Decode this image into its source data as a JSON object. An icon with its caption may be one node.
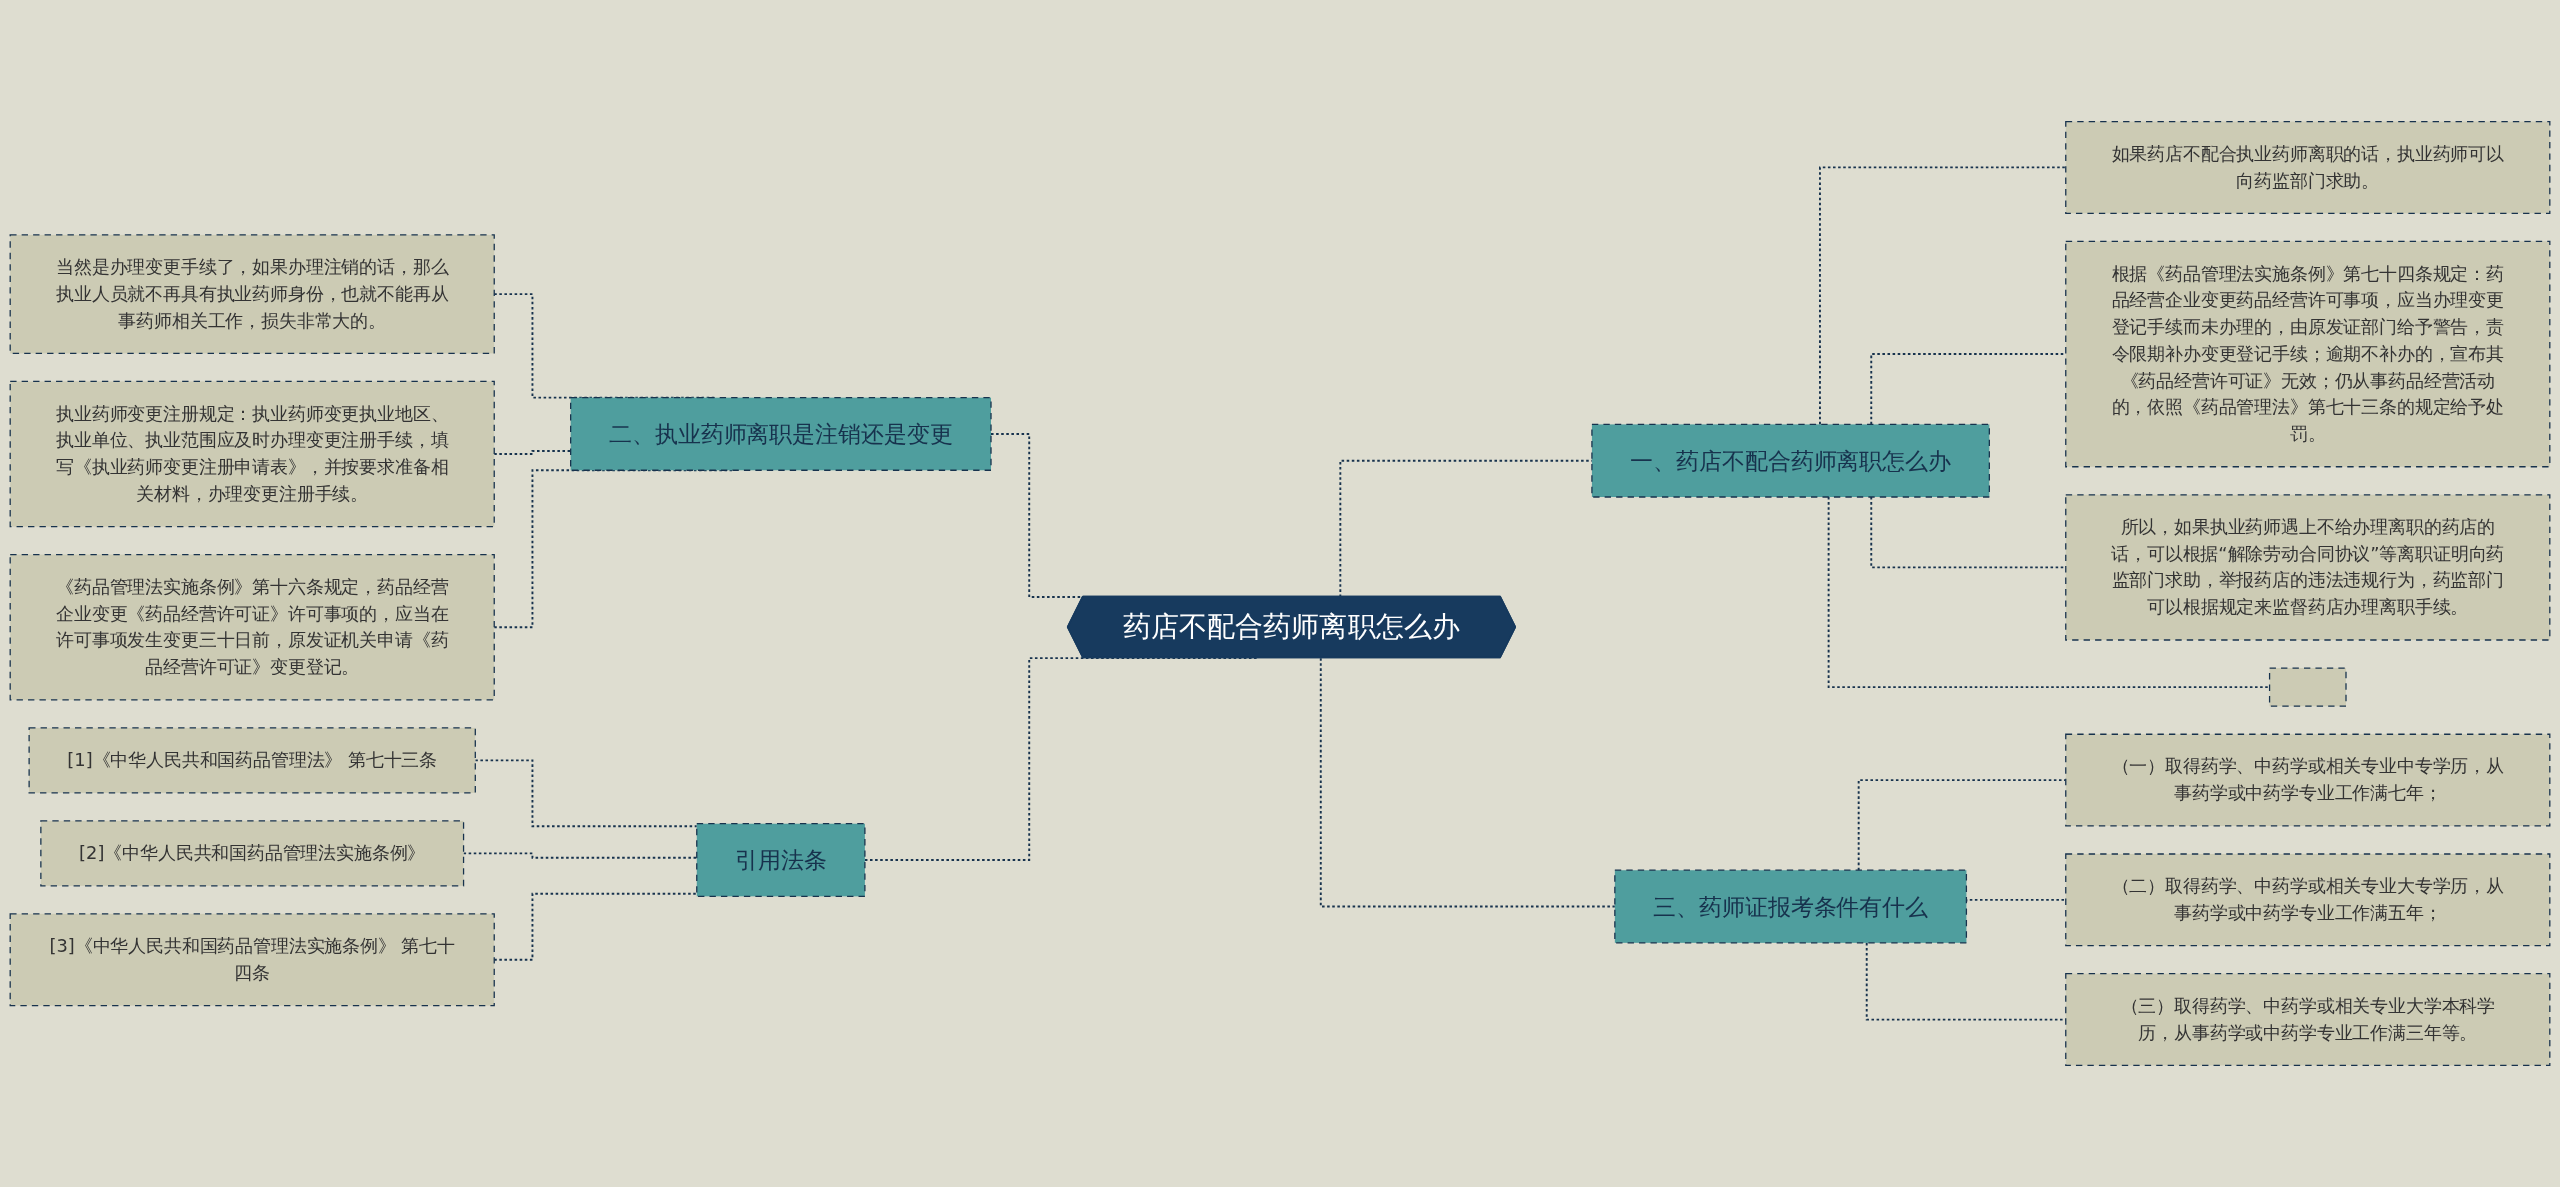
{
  "diagram": {
    "nodes": [
      {
        "text": [
          "药店不配合药师离职怎么办"
        ]
      },
      {
        "text": [
          "一、药店不配合药师离职怎么办"
        ]
      },
      {
        "text": [
          "如果药店不配合执业药师离职的话，执业药师可以向药监部门求助。"
        ]
      },
      {
        "text": [
          "根据《药品管理法实施条例》第七十四条规定：药品经营企业变更药品经营许可事项，应当办理变更登记手续而未办理的，由原发证部门给予警告，责令限期补办变更登记手续；逾期不补办的，宣布其《药品经营许可证》无效；仍从事药品经营活动的，依照《药品管理法》第七十三条的规定给予处罚。"
        ]
      },
      {
        "text": [
          "所以，如果执业药师遇上不给办理离职的药店的话，可以根据“解除劳动合同协议”等离职证明向药监部门求助，举报药店的违法违规行为，药监部门可以根据规定来监督药店办理离职手续。"
        ]
      },
      {
        "text": [],
        "shape": "box"
      },
      {
        "text": [
          "二、执业药师离职是注销还是变更"
        ]
      },
      {
        "text": [
          "当然是办理变更手续了，如果办理注销的话，那么执业人员就不再具有执业药师身份，也就不能再从事药师相关工作，损失非常大的。"
        ]
      },
      {
        "text": [
          "执业药师变更注册规定：执业药师变更执业地区、执业单位、执业范围应及时办理变更注册手续，填写《执业药师变更注册申请表》，并按要求准备相关材料，办理变更注册手续。"
        ]
      },
      {
        "text": [
          "《药品管理法实施条例》第十六条规定，药品经营企业变更《药品经营许可证》许可事项的，应当在许可事项发生变更三十日前，原发证机关申请《药品经营许可证》变更登记。"
        ]
      },
      {
        "text": [
          "三、药师证报考条件有什么"
        ]
      },
      {
        "text": [
          "（一）取得药学、中药学或相关专业中专学历，从事药学或中药学专业工作满七年；"
        ]
      },
      {
        "text": [
          "（二）取得药学、中药学或相关专业大专学历，从事药学或中药学专业工作满五年；"
        ]
      },
      {
        "text": [
          "（三）取得药学、中药学或相关专业大学本科学历，从事药学或中药学专业工作满三年等。"
        ]
      },
      {
        "text": [
          "引用法条"
        ]
      },
      {
        "text": [
          "[1]《中华人民共和国药品管理法》 第七十三条"
        ]
      },
      {
        "text": [
          "[2]《中华人民共和国药品管理法实施条例》"
        ]
      },
      {
        "text": [
          "[3]《中华人民共和国药品管理法实施条例》 第七十四条"
        ]
      }
    ],
    "edges": [
      {
        "from": 0,
        "to": 1,
        "arrow": "none",
        "style": "dashed"
      },
      {
        "from": 1,
        "to": 2,
        "arrow": "none",
        "style": "dashed"
      },
      {
        "from": 1,
        "to": 3,
        "arrow": "none",
        "style": "dashed"
      },
      {
        "from": 1,
        "to": 4,
        "arrow": "none",
        "style": "dashed"
      },
      {
        "from": 1,
        "to": 5,
        "arrow": "none",
        "style": "dashed"
      },
      {
        "from": 6,
        "to": 0,
        "arrow": "none",
        "style": "dashed"
      },
      {
        "from": 7,
        "to": 6,
        "arrow": "none",
        "style": "dashed"
      },
      {
        "from": 8,
        "to": 6,
        "arrow": "none",
        "style": "dashed"
      },
      {
        "from": 9,
        "to": 6,
        "arrow": "none",
        "style": "dashed"
      },
      {
        "from": 0,
        "to": 10,
        "arrow": "none",
        "style": "dashed"
      },
      {
        "from": 10,
        "to": 11,
        "arrow": "none",
        "style": "dashed"
      },
      {
        "from": 10,
        "to": 12,
        "arrow": "none",
        "style": "dashed"
      },
      {
        "from": 10,
        "to": 13,
        "arrow": "none",
        "style": "dashed"
      },
      {
        "from": 14,
        "to": 0,
        "arrow": "none",
        "style": "dashed"
      },
      {
        "from": 15,
        "to": 14,
        "arrow": "none",
        "style": "dashed"
      },
      {
        "from": 16,
        "to": 14,
        "arrow": "none",
        "style": "dashed"
      },
      {
        "from": 17,
        "to": 14,
        "arrow": "none",
        "style": "dashed"
      }
    ]
  }
}
